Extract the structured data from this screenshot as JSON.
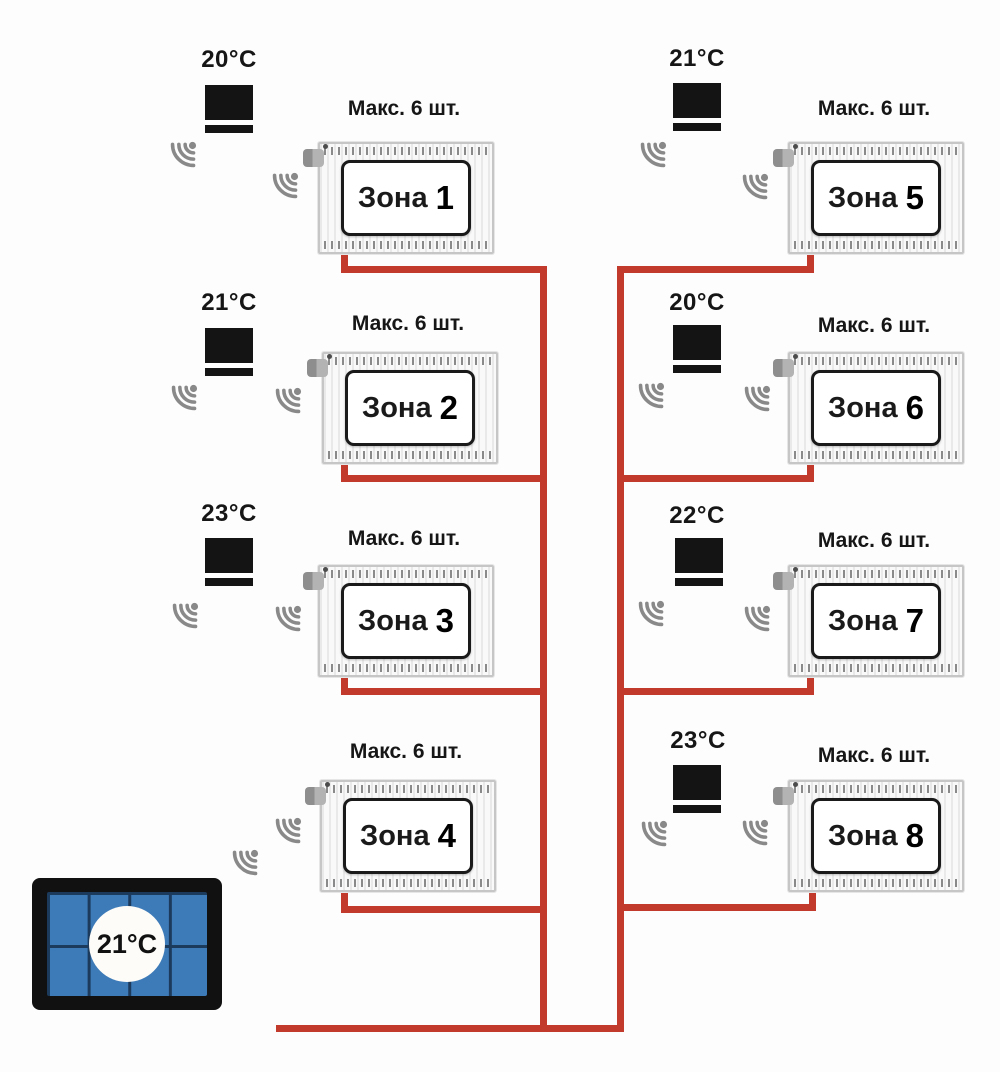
{
  "diagram": {
    "type": "wireless-heating-zones-schematic",
    "max_label": "Макс. 6 шт.",
    "controller": {
      "temp": "21°C"
    },
    "zones": [
      {
        "label": "Зона",
        "number": "1",
        "temp": "20°C"
      },
      {
        "label": "Зона",
        "number": "2",
        "temp": "21°C"
      },
      {
        "label": "Зона",
        "number": "3",
        "temp": "23°C"
      },
      {
        "label": "Зона",
        "number": "4",
        "temp": ""
      },
      {
        "label": "Зона",
        "number": "5",
        "temp": "21°C"
      },
      {
        "label": "Зона",
        "number": "6",
        "temp": "20°C"
      },
      {
        "label": "Зона",
        "number": "7",
        "temp": "22°C"
      },
      {
        "label": "Зона",
        "number": "8",
        "temp": "23°C"
      }
    ],
    "colors": {
      "pipe": "#c23a2b",
      "controller_screen": "#3d7ab8",
      "wifi_icon": "#898989",
      "thermostat": "#141414"
    }
  }
}
